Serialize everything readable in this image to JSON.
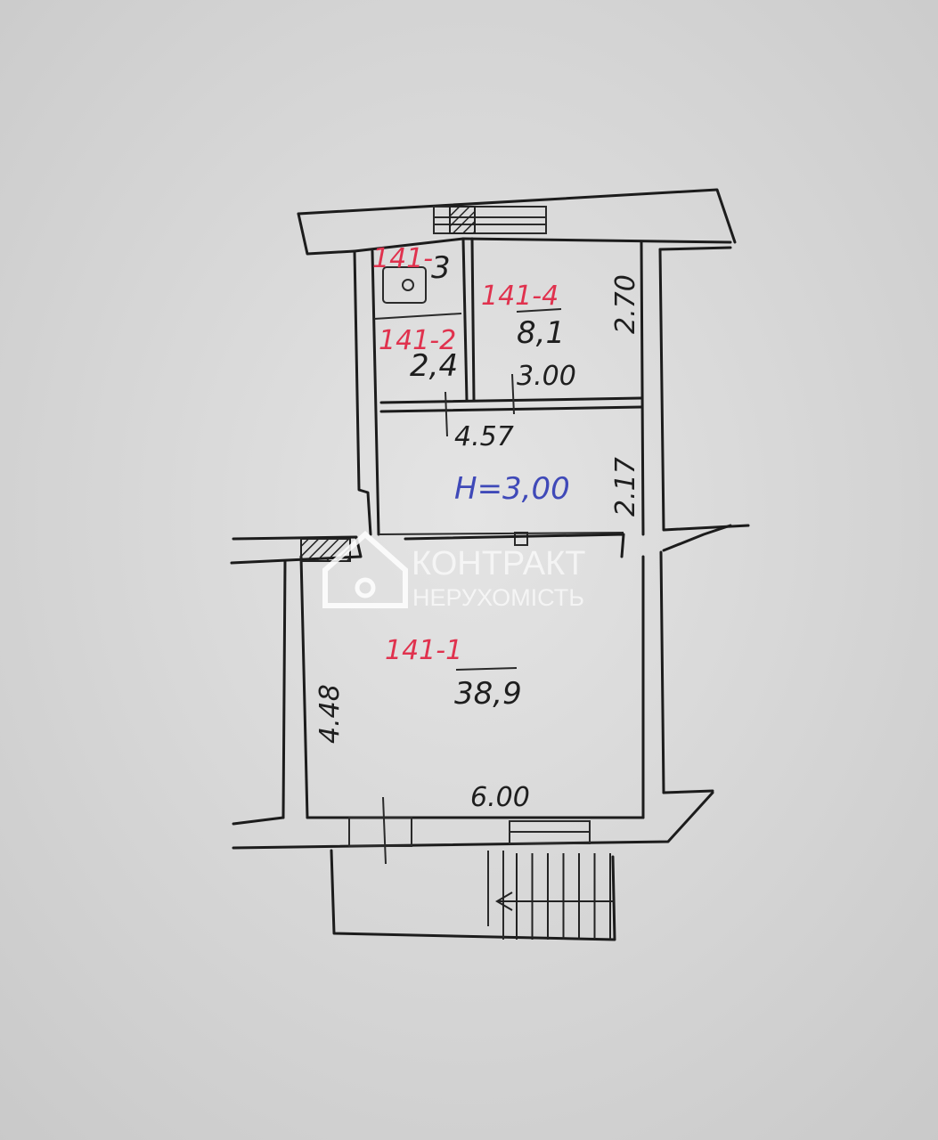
{
  "rooms": {
    "1": {
      "code": "141-1",
      "area": "38,9"
    },
    "2": {
      "code": "141-2",
      "area": "2,4"
    },
    "3": {
      "code": "141-",
      "number": "3"
    },
    "4": {
      "code": "141-4",
      "area": "8,1"
    }
  },
  "height": "H=3,00",
  "dimensions": {
    "room4_width": "3.00",
    "room4_depth": "2.70",
    "corridor_width": "4.57",
    "corridor_depth": "2.17",
    "main_depth": "4.48",
    "main_width": "6.00"
  },
  "watermark": {
    "brand": "КОНТРАКТ",
    "subtitle": "НЕРУХОМІСТЬ"
  },
  "stairs": {
    "steps": 7
  }
}
